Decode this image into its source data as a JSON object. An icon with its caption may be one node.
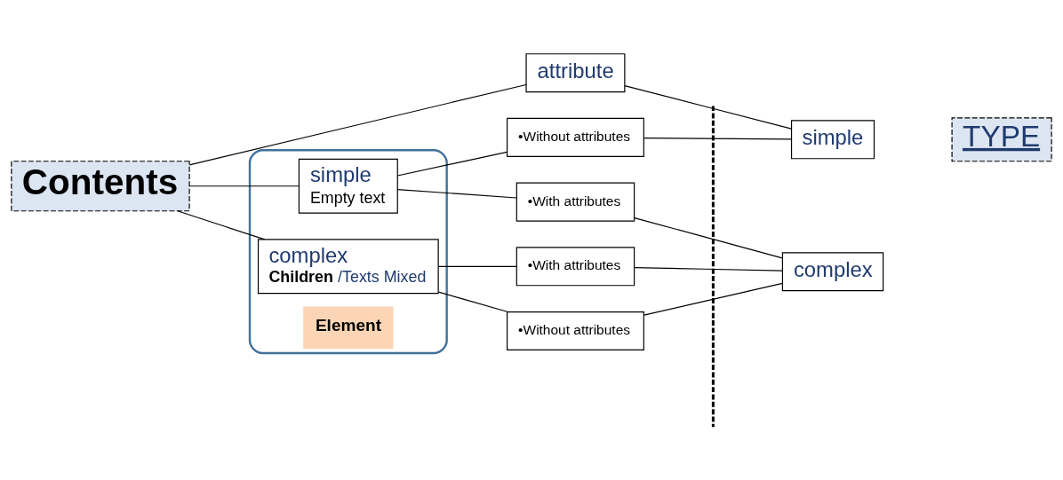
{
  "diagram": {
    "nodes": [
      {
        "text": [
          "Contents"
        ]
      },
      {
        "text": [
          "attribute"
        ]
      },
      {
        "text": [
          "Element"
        ]
      },
      {
        "text": [
          "simple",
          "Empty text"
        ],
        "in": 2
      },
      {
        "text": [
          "complex",
          "**Children** /Texts Mixed"
        ],
        "in": 2
      },
      {
        "text": [
          "•Without attributes"
        ]
      },
      {
        "text": [
          "•With attributes"
        ]
      },
      {
        "text": [
          "•With attributes"
        ]
      },
      {
        "text": [
          "•Without attributes"
        ]
      },
      {
        "text": [
          "TYPE"
        ]
      },
      {
        "text": [
          "simple"
        ]
      },
      {
        "text": [
          "complex"
        ]
      }
    ],
    "edges": [
      {
        "from": 0,
        "to": 1,
        "arrow": "none"
      },
      {
        "from": 0,
        "to": 3,
        "arrow": "none"
      },
      {
        "from": 0,
        "to": 4,
        "arrow": "none"
      },
      {
        "from": 1,
        "to": 10,
        "arrow": "none"
      },
      {
        "from": 3,
        "to": 5,
        "arrow": "none"
      },
      {
        "from": 3,
        "to": 6,
        "arrow": "none"
      },
      {
        "from": 4,
        "to": 7,
        "arrow": "none"
      },
      {
        "from": 4,
        "to": 8,
        "arrow": "none"
      },
      {
        "from": 5,
        "to": 10,
        "arrow": "none"
      },
      {
        "from": 6,
        "to": 11,
        "arrow": "none"
      },
      {
        "from": 7,
        "to": 11,
        "arrow": "none"
      },
      {
        "from": 8,
        "to": 11,
        "arrow": "none"
      }
    ]
  }
}
